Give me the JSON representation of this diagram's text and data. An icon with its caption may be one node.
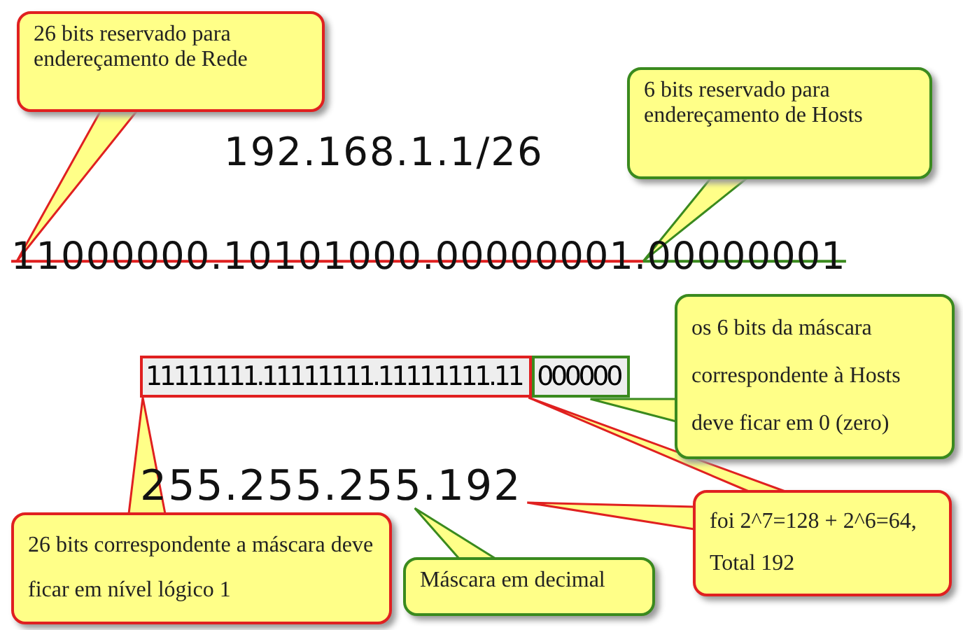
{
  "diagram": {
    "nodes": [
      {
        "text": [
          "26 bits reservado para endereçamento de Rede"
        ]
      },
      {
        "text": [
          "6 bits reservado para endereçamento de Hosts"
        ]
      },
      {
        "text": [
          "11000000.10101000.00000001.00000001"
        ]
      },
      {
        "text": [
          "11111111.11111111.11111111.11"
        ]
      },
      {
        "text": [
          "000000"
        ]
      },
      {
        "text": [
          "os 6 bits da máscara correspondente à Hosts deve ficar em 0 (zero)"
        ]
      },
      {
        "text": [
          "26 bits correspondente a máscara deve ficar em nível lógico 1"
        ]
      },
      {
        "text": [
          "255.255.255.192"
        ]
      },
      {
        "text": [
          "Máscara em decimal"
        ]
      },
      {
        "text": [
          "foi 2^7=128 + 2^6=64, Total 192"
        ]
      }
    ],
    "edges": [
      {
        "from": 0,
        "to": 2,
        "arrow": "none"
      },
      {
        "from": 1,
        "to": 2,
        "arrow": "none",
        "color": "#3a8a1e"
      },
      {
        "from": 5,
        "to": 4,
        "arrow": "none",
        "color": "#3a8a1e"
      },
      {
        "from": 6,
        "to": 3,
        "arrow": "none"
      },
      {
        "from": 8,
        "to": 7,
        "arrow": "none",
        "color": "#3a8a1e"
      },
      {
        "from": 9,
        "to": 3,
        "arrow": "none"
      },
      {
        "from": 9,
        "to": 7,
        "arrow": "none"
      }
    ],
    "labels": [
      "192.168.1.1/26"
    ]
  }
}
